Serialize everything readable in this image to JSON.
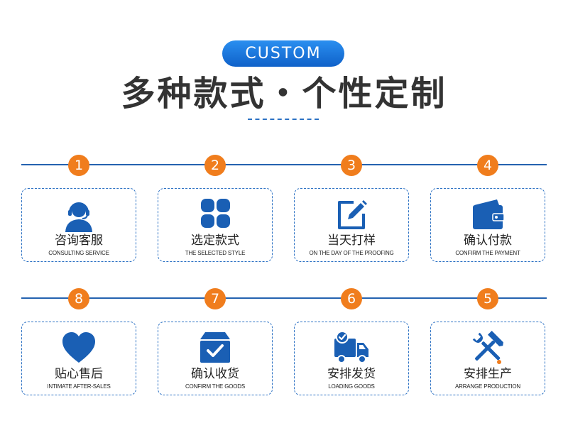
{
  "header": {
    "badge": "CUSTOM",
    "title": "多种款式・个性定制"
  },
  "colors": {
    "brand_blue": "#1a5fb4",
    "accent_orange": "#f07d1d",
    "pill_blue": "#1a73e0"
  },
  "steps": [
    {
      "number": "1",
      "title": "咨询客服",
      "subtitle": "CONSULTING SERVICE",
      "icon": "headset-icon"
    },
    {
      "number": "2",
      "title": "选定款式",
      "subtitle": "THE SELECTED STYLE",
      "icon": "grid-icon"
    },
    {
      "number": "3",
      "title": "当天打样",
      "subtitle": "ON THE DAY OF THE PROOFING",
      "icon": "edit-icon"
    },
    {
      "number": "4",
      "title": "确认付款",
      "subtitle": "CONFIRM THE PAYMENT",
      "icon": "wallet-icon"
    },
    {
      "number": "8",
      "title": "贴心售后",
      "subtitle": "INTIMATE AFTER-SALES",
      "icon": "heart-icon"
    },
    {
      "number": "7",
      "title": "确认收货",
      "subtitle": "CONFIRM THE GOODS",
      "icon": "box-check-icon"
    },
    {
      "number": "6",
      "title": "安排发货",
      "subtitle": "LOADING GOODS",
      "icon": "truck-icon"
    },
    {
      "number": "5",
      "title": "安排生产",
      "subtitle": "ARRANGE PRODUCTION",
      "icon": "tools-icon"
    }
  ]
}
